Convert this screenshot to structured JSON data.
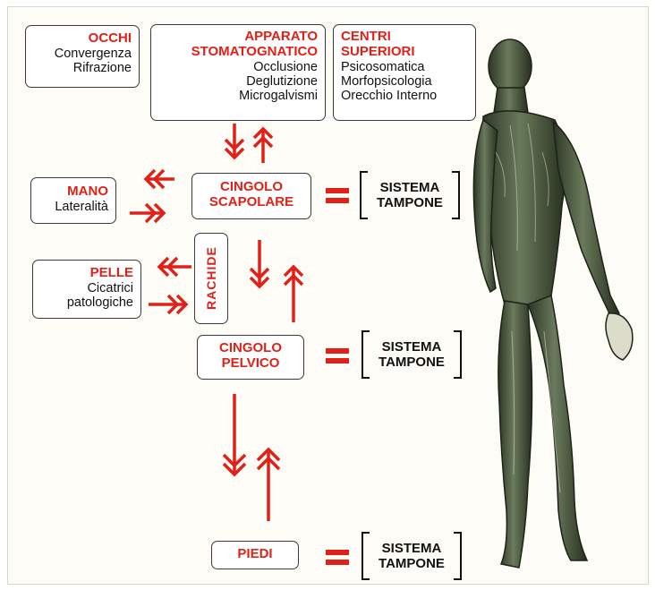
{
  "colors": {
    "accent": "#e02118",
    "text": "#111111",
    "figure": "#55634a"
  },
  "boxes": {
    "occhi": {
      "title": "OCCHI",
      "lines": [
        "Convergenza",
        "Rifrazione"
      ]
    },
    "apparato": {
      "title": [
        "APPARATO",
        "STOMATOGNATICO"
      ],
      "lines": [
        "Occlusione",
        "Deglutizione",
        "Microgalvismi"
      ]
    },
    "centri": {
      "title": [
        "CENTRI",
        "SUPERIORI"
      ],
      "lines": [
        "Psicosomatica",
        "Morfopsicologia",
        "Orecchio Interno"
      ]
    },
    "mano": {
      "title": "MANO",
      "lines": [
        "Lateralità"
      ]
    },
    "pelle": {
      "title": "PELLE",
      "lines": [
        "Cicatrici",
        "patologiche"
      ]
    },
    "cingolo_scapolare": {
      "title": [
        "CINGOLO",
        "SCAPOLARE"
      ]
    },
    "rachide": {
      "title": "RACHIDE"
    },
    "cingolo_pelvico": {
      "title": [
        "CINGOLO",
        "PELVICO"
      ]
    },
    "piedi": {
      "title": "PIEDI"
    }
  },
  "sistema_tampone": [
    "SISTEMA",
    "TAMPONE"
  ],
  "icons": [
    "arrow-down-icon",
    "arrow-up-icon",
    "arrow-left-icon",
    "arrow-right-icon",
    "equals-icon",
    "human-figure-icon"
  ]
}
